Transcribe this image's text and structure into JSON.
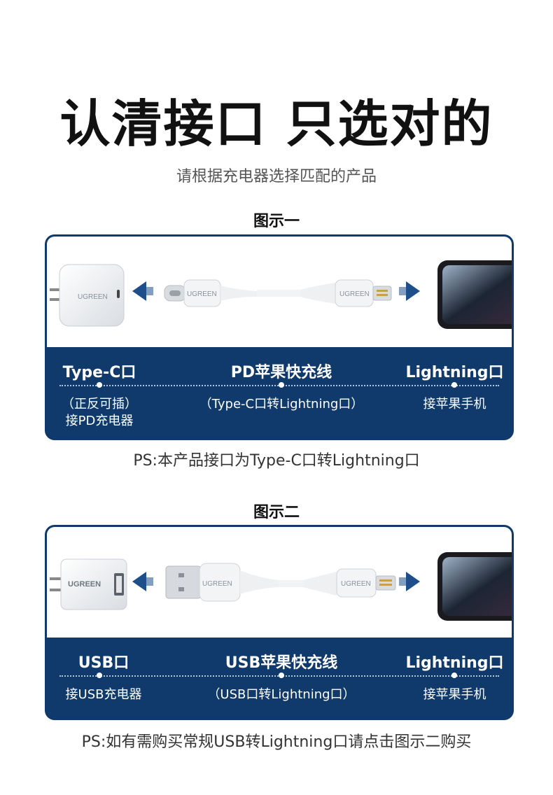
{
  "colors": {
    "navy": "#0f3a6b",
    "arrow": "#1f4f8a"
  },
  "headline": "认清接口 只选对的",
  "subtitle": "请根据充电器选择匹配的产品",
  "figure1": {
    "title": "图示一",
    "charger_brand": "UGREEN",
    "cable_brand_left": "UGREEN",
    "cable_brand_right": "UGREEN",
    "left_label": "Type-C口",
    "left_note_1": "（正反可插）",
    "left_note_2": "接PD充电器",
    "center_label": "PD苹果快充线",
    "center_note": "（Type-C口转Lightning口）",
    "right_label": "Lightning口",
    "right_note": "接苹果手机",
    "ps": "PS:本产品接口为Type-C口转Lightning口"
  },
  "figure2": {
    "title": "图示二",
    "charger_brand": "UGREEN",
    "cable_brand_left": "UGREEN",
    "cable_brand_right": "UGREEN",
    "left_label": "USB口",
    "left_note": "接USB充电器",
    "center_label": "USB苹果快充线",
    "center_note": "（USB口转Lightning口）",
    "right_label": "Lightning口",
    "right_note": "接苹果手机",
    "ps": "PS:如有需购买常规USB转Lightning口请点击图示二购买"
  }
}
